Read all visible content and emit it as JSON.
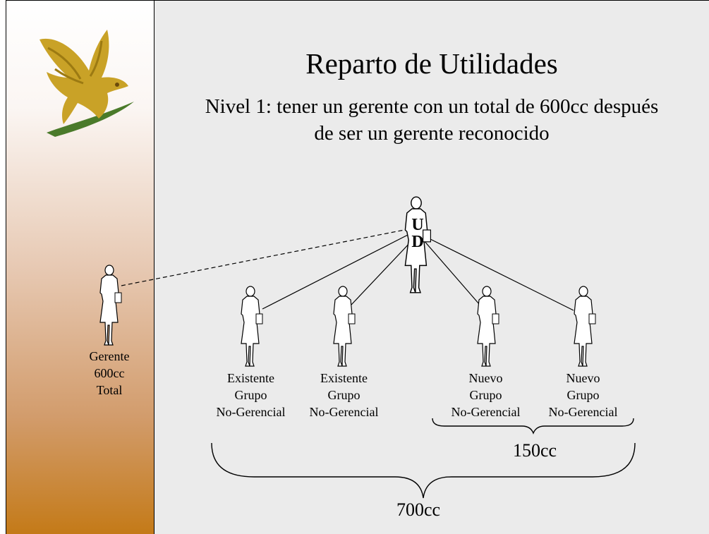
{
  "slide": {
    "title": "Reparto de Utilidades",
    "subtitle_line1": "Nivel 1: tener un gerente con un total de 600cc después",
    "subtitle_line2": "de ser un gerente reconocido"
  },
  "logo": {
    "icon": "eagle-logo-icon"
  },
  "top_figure": {
    "letter1": "U",
    "letter2": "D"
  },
  "manager": {
    "line1": "Gerente",
    "line2": "600cc",
    "line3": "Total"
  },
  "groups": [
    {
      "line1": "Existente",
      "line2": "Grupo",
      "line3": "No-Gerencial"
    },
    {
      "line1": "Existente",
      "line2": "Grupo",
      "line3": "No-Gerencial"
    },
    {
      "line1": "Nuevo",
      "line2": "Grupo",
      "line3": "No-Gerencial"
    },
    {
      "line1": "Nuevo",
      "line2": "Grupo",
      "line3": "No-Gerencial"
    }
  ],
  "totals": {
    "new_groups": "150cc",
    "all_groups": "700cc"
  },
  "colors": {
    "logo_gold": "#c9a227",
    "logo_green": "#4a7a2a",
    "sidebar_bottom": "#c47a18"
  }
}
